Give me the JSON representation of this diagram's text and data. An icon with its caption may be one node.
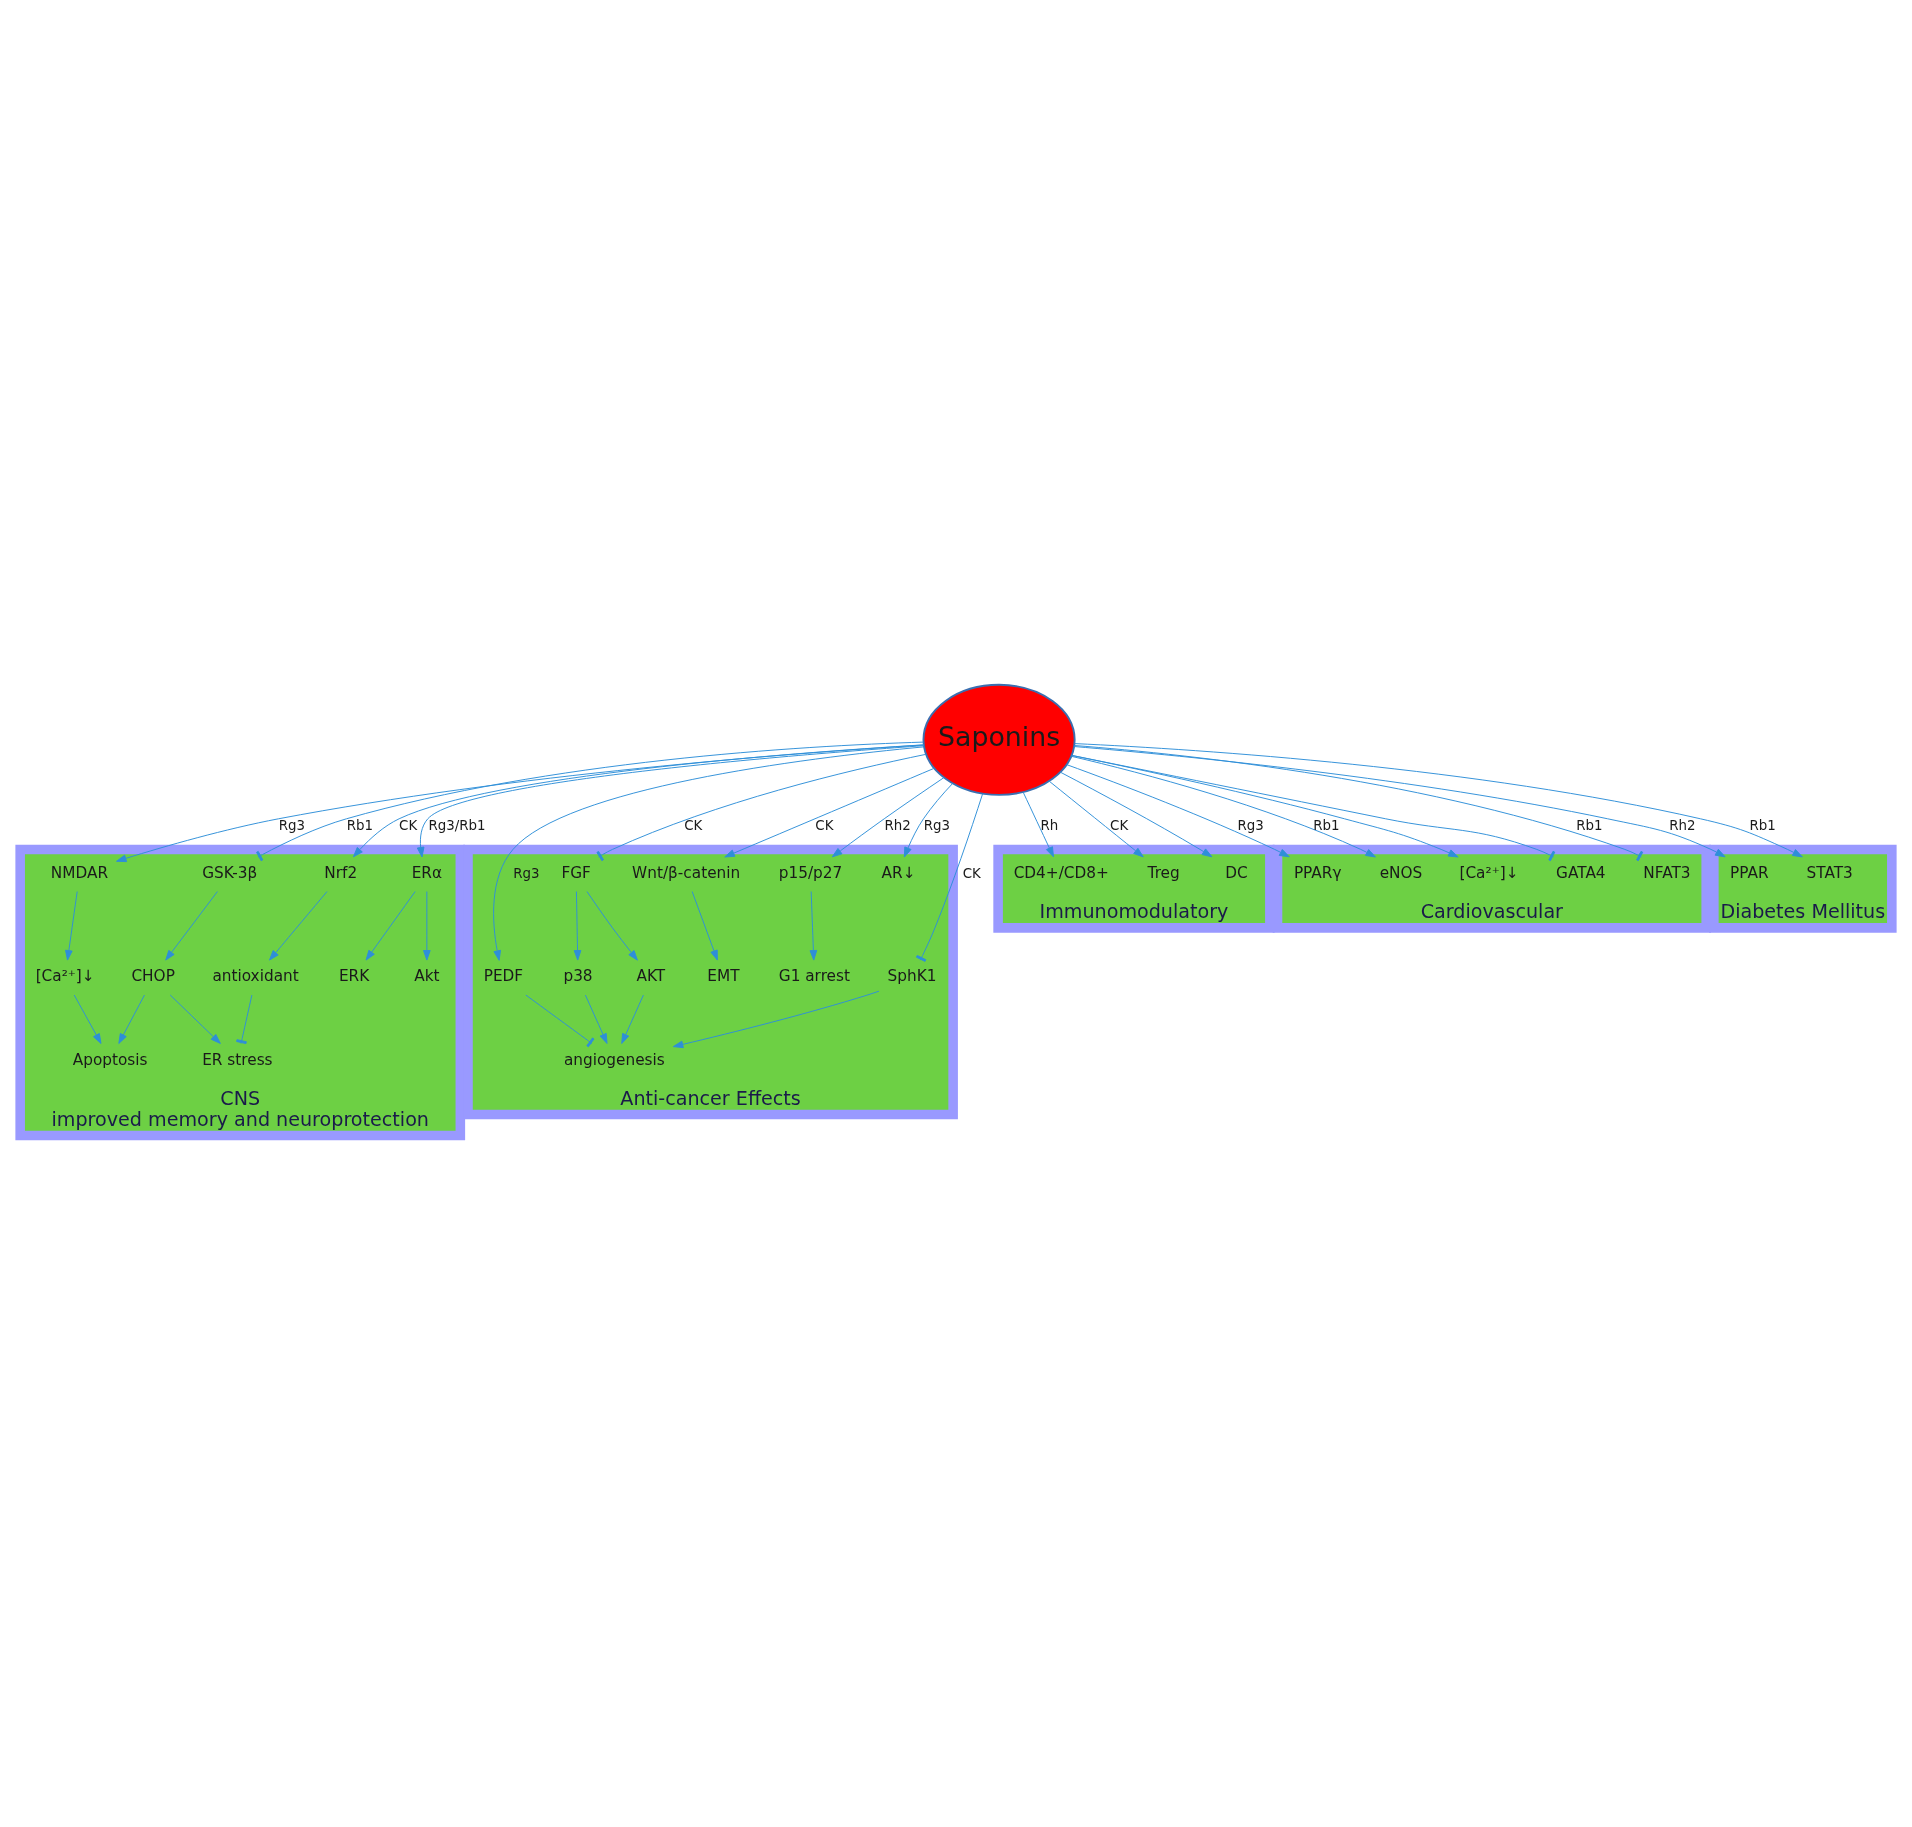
{
  "diagram": {
    "nodes": [
      {
        "text": [
          "CNS",
          "improved memory and neuroprotection"
        ]
      },
      {
        "text": [
          "Anti-cancer Effects"
        ]
      },
      {
        "text": [
          "Immunomodulatory"
        ]
      },
      {
        "text": [
          "Cardiovascular"
        ]
      },
      {
        "text": [
          "Diabetes Mellitus"
        ]
      },
      {
        "text": [
          "Saponins"
        ]
      },
      {
        "text": [
          "[Ca²⁺]↓"
        ],
        "in": 0
      },
      {
        "text": [
          "Apoptosis"
        ],
        "in": 0
      },
      {
        "text": [
          "NMDAR"
        ],
        "in": 0
      },
      {
        "text": [
          "ER stress"
        ],
        "in": 0
      },
      {
        "text": [
          "CHOP"
        ],
        "in": 0
      },
      {
        "text": [
          "antioxidant"
        ],
        "in": 0
      },
      {
        "text": [
          "Nrf2"
        ],
        "in": 0
      },
      {
        "text": [
          "GSK-3β"
        ],
        "in": 0
      },
      {
        "text": [
          "ERK"
        ],
        "in": 0
      },
      {
        "text": [
          "ERα"
        ],
        "in": 0
      },
      {
        "text": [
          "Akt"
        ],
        "in": 0
      },
      {
        "text": [
          "angiogenesis"
        ],
        "in": 1
      },
      {
        "text": [
          "PEDF"
        ],
        "in": 1
      },
      {
        "text": [
          "EMT"
        ],
        "in": 1
      },
      {
        "text": [
          "SphK1"
        ],
        "in": 1
      },
      {
        "text": [
          "AKT"
        ],
        "in": 1
      },
      {
        "text": [
          "p38"
        ],
        "in": 1
      },
      {
        "text": [
          "FGF"
        ],
        "in": 1
      },
      {
        "text": [
          "Wnt/β-catenin"
        ],
        "in": 1
      },
      {
        "text": [
          "p15/p27"
        ],
        "in": 1
      },
      {
        "text": [
          "G1 arrest"
        ],
        "in": 1
      },
      {
        "text": [
          "AR↓"
        ],
        "in": 1
      },
      {
        "text": [
          "CD4+/CD8+"
        ],
        "in": 2
      },
      {
        "text": [
          "Treg"
        ],
        "in": 2
      },
      {
        "text": [
          "DC"
        ],
        "in": 2
      },
      {
        "text": [
          "PPARγ"
        ],
        "in": 3
      },
      {
        "text": [
          "eNOS"
        ],
        "in": 3
      },
      {
        "text": [
          "[Ca²⁺]↓"
        ],
        "in": 3
      },
      {
        "text": [
          "GATA4"
        ],
        "in": 3
      },
      {
        "text": [
          "NFAT3"
        ],
        "in": 3
      },
      {
        "text": [
          "PPAR"
        ],
        "in": 4
      },
      {
        "text": [
          "STAT3"
        ],
        "in": 4
      }
    ],
    "edges": [
      {
        "from": 5,
        "to": 15,
        "arrow": "to",
        "label": "Rg3/Rb1"
      },
      {
        "from": 15,
        "to": 14,
        "arrow": "to"
      },
      {
        "from": 15,
        "to": 16,
        "arrow": "to"
      },
      {
        "from": 5,
        "to": 13,
        "arrow": "other",
        "label": "Rb1"
      },
      {
        "from": 13,
        "to": 10,
        "arrow": "to"
      },
      {
        "from": 10,
        "to": 7,
        "arrow": "to"
      },
      {
        "from": 10,
        "to": 9,
        "arrow": "to"
      },
      {
        "from": 5,
        "to": 12,
        "arrow": "to",
        "label": "CK"
      },
      {
        "from": 12,
        "to": 11,
        "arrow": "to"
      },
      {
        "from": 11,
        "to": 9,
        "arrow": "other"
      },
      {
        "from": 5,
        "to": 8,
        "arrow": "to",
        "label": "Rg3"
      },
      {
        "from": 8,
        "to": 6,
        "arrow": "to"
      },
      {
        "from": 6,
        "to": 7,
        "arrow": "to"
      },
      {
        "from": 5,
        "to": 18,
        "arrow": "to",
        "label": "Rg3"
      },
      {
        "from": 18,
        "to": 17,
        "arrow": "other"
      },
      {
        "from": 5,
        "to": 20,
        "arrow": "other",
        "label": "CK"
      },
      {
        "from": 20,
        "to": 17,
        "arrow": "to"
      },
      {
        "from": 5,
        "to": 23,
        "arrow": "other",
        "label": "CK"
      },
      {
        "from": 23,
        "to": 21,
        "arrow": "to"
      },
      {
        "from": 23,
        "to": 22,
        "arrow": "to"
      },
      {
        "from": 21,
        "to": 17,
        "arrow": "to"
      },
      {
        "from": 22,
        "to": 17,
        "arrow": "to"
      },
      {
        "from": 5,
        "to": 24,
        "arrow": "to",
        "label": "CK"
      },
      {
        "from": 24,
        "to": 19,
        "arrow": "to"
      },
      {
        "from": 5,
        "to": 25,
        "arrow": "to",
        "label": "Rh2"
      },
      {
        "from": 25,
        "to": 26,
        "arrow": "to"
      },
      {
        "from": 5,
        "to": 27,
        "arrow": "to",
        "label": "Rg3"
      },
      {
        "from": 5,
        "to": 28,
        "arrow": "to",
        "label": "Rh"
      },
      {
        "from": 5,
        "to": 29,
        "arrow": "to",
        "label": "CK"
      },
      {
        "from": 5,
        "to": 30,
        "arrow": "to"
      },
      {
        "from": 5,
        "to": 32,
        "arrow": "to",
        "label": "Rb1"
      },
      {
        "from": 5,
        "to": 31,
        "arrow": "to",
        "label": "Rg3"
      },
      {
        "from": 5,
        "to": 35,
        "arrow": "other",
        "label": "Rb1"
      },
      {
        "from": 5,
        "to": 33,
        "arrow": "to"
      },
      {
        "from": 5,
        "to": 34,
        "arrow": "other"
      },
      {
        "from": 5,
        "to": 36,
        "arrow": "to",
        "label": "Rh2"
      },
      {
        "from": 5,
        "to": 37,
        "arrow": "to",
        "label": "Rb1"
      }
    ]
  }
}
